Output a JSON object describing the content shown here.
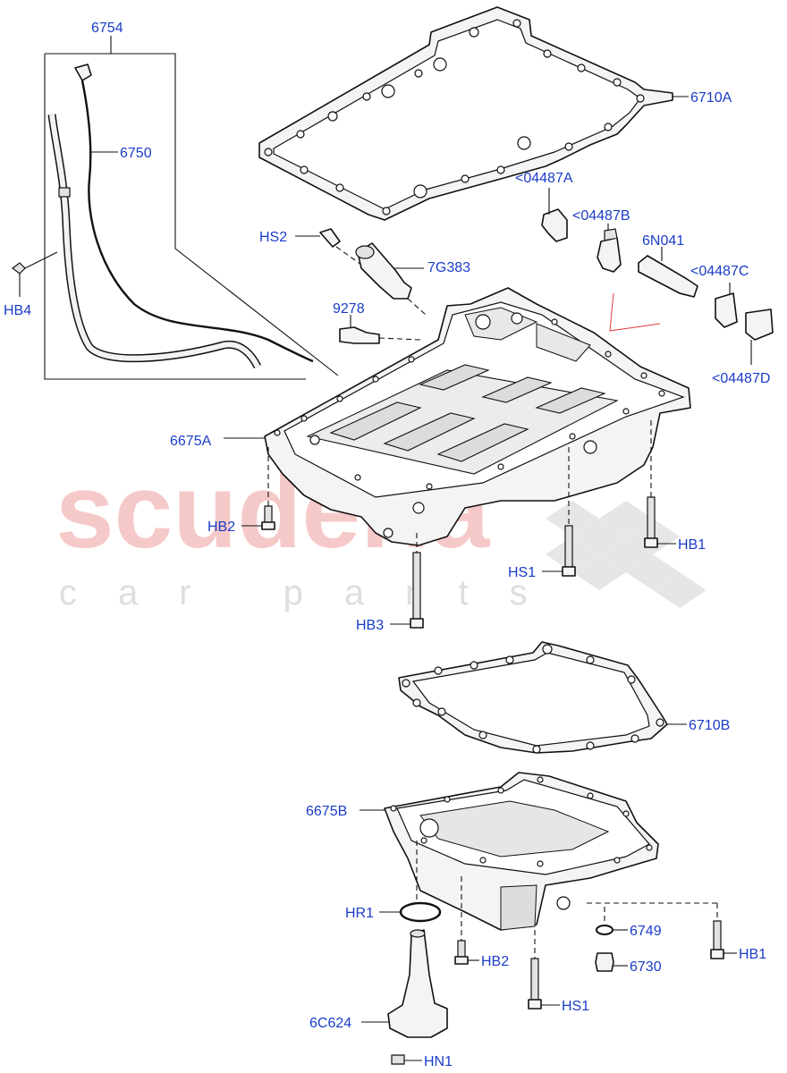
{
  "watermark": {
    "brand": "scuderia",
    "tagline": "car parts"
  },
  "labels": {
    "p6754": "6754",
    "p6750": "6750",
    "p6710A": "6710A",
    "p04487A": "<04487A",
    "p04487B": "<04487B",
    "p6N041": "6N041",
    "p04487C": "<04487C",
    "p04487D": "<04487D",
    "pHS2": "HS2",
    "p7G383": "7G383",
    "pHB4": "HB4",
    "p9278": "9278",
    "p6675A": "6675A",
    "pHB2a": "HB2",
    "pHB1a": "HB1",
    "pHS1a": "HS1",
    "pHB3": "HB3",
    "p6710B": "6710B",
    "p6675B": "6675B",
    "pHR1": "HR1",
    "pHB2b": "HB2",
    "p6749": "6749",
    "p6730": "6730",
    "pHB1b": "HB1",
    "pHS1b": "HS1",
    "p6C624": "6C624",
    "pHN1": "HN1"
  },
  "colors": {
    "label": "#1a3cc8",
    "watermark_brand": "#f6c9c9",
    "watermark_tagline": "#dedede"
  }
}
